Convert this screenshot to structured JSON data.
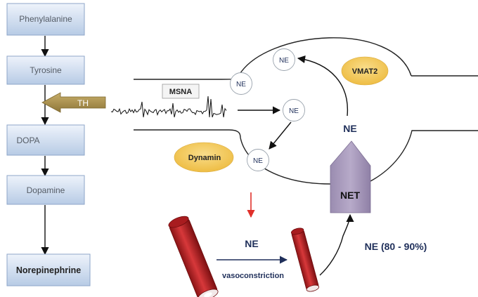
{
  "pathway": {
    "steps": [
      "Phenylalanine",
      "Tyrosine",
      "DOPA",
      "Dopamine",
      "Norepinephrine"
    ],
    "enzyme_label": "TH"
  },
  "neuron": {
    "msna_label": "MSNA",
    "vesicle_label": "NE",
    "vmat_label": "VMAT2",
    "dynamin_label": "Dynamin",
    "net_label": "NET",
    "reuptake_label": "NE"
  },
  "synapse": {
    "released_label": "NE",
    "vasoconstriction_label": "vasoconstriction",
    "reuptake_percent_label": "NE (80 - 90%)"
  },
  "colors": {
    "box_fill_top": "#e9f0fa",
    "box_fill_bottom": "#b9cde6",
    "box_stroke": "#8ea6c8",
    "th_arrow": "#a98f4d",
    "oval_fill": "#f5d06a",
    "net_fill": "#a99bbd",
    "vessel_red": "#c0282a",
    "release_arrow": "#e0302a",
    "navy": "#1f2f5a"
  }
}
